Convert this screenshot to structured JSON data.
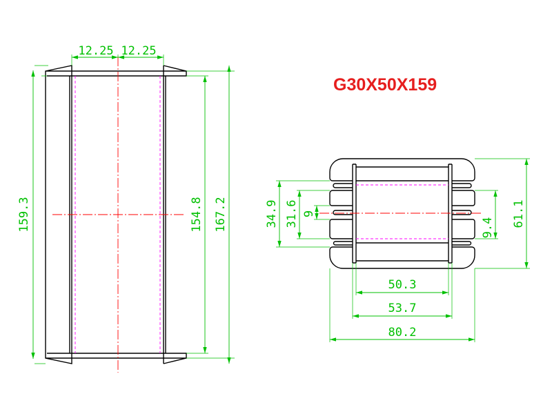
{
  "title": "G30X50X159",
  "colors": {
    "title": "#e61e1e",
    "dimension": "#00c000",
    "center_line": "#ff0000",
    "hidden_line": "#ff00ff",
    "outline": "#000000"
  },
  "front_view": {
    "dims": {
      "left_half_width": "12.25",
      "right_half_width": "12.25",
      "height_159": "159.3",
      "height_154": "154.8",
      "height_167": "167.2"
    }
  },
  "side_view": {
    "dims": {
      "d_34_9": "34.9",
      "d_31_6": "31.6",
      "d_9": "9",
      "d_9_4": "9.4",
      "d_61_1": "61.1",
      "d_50_3": "50.3",
      "d_53_7": "53.7",
      "d_80_2": "80.2"
    }
  }
}
